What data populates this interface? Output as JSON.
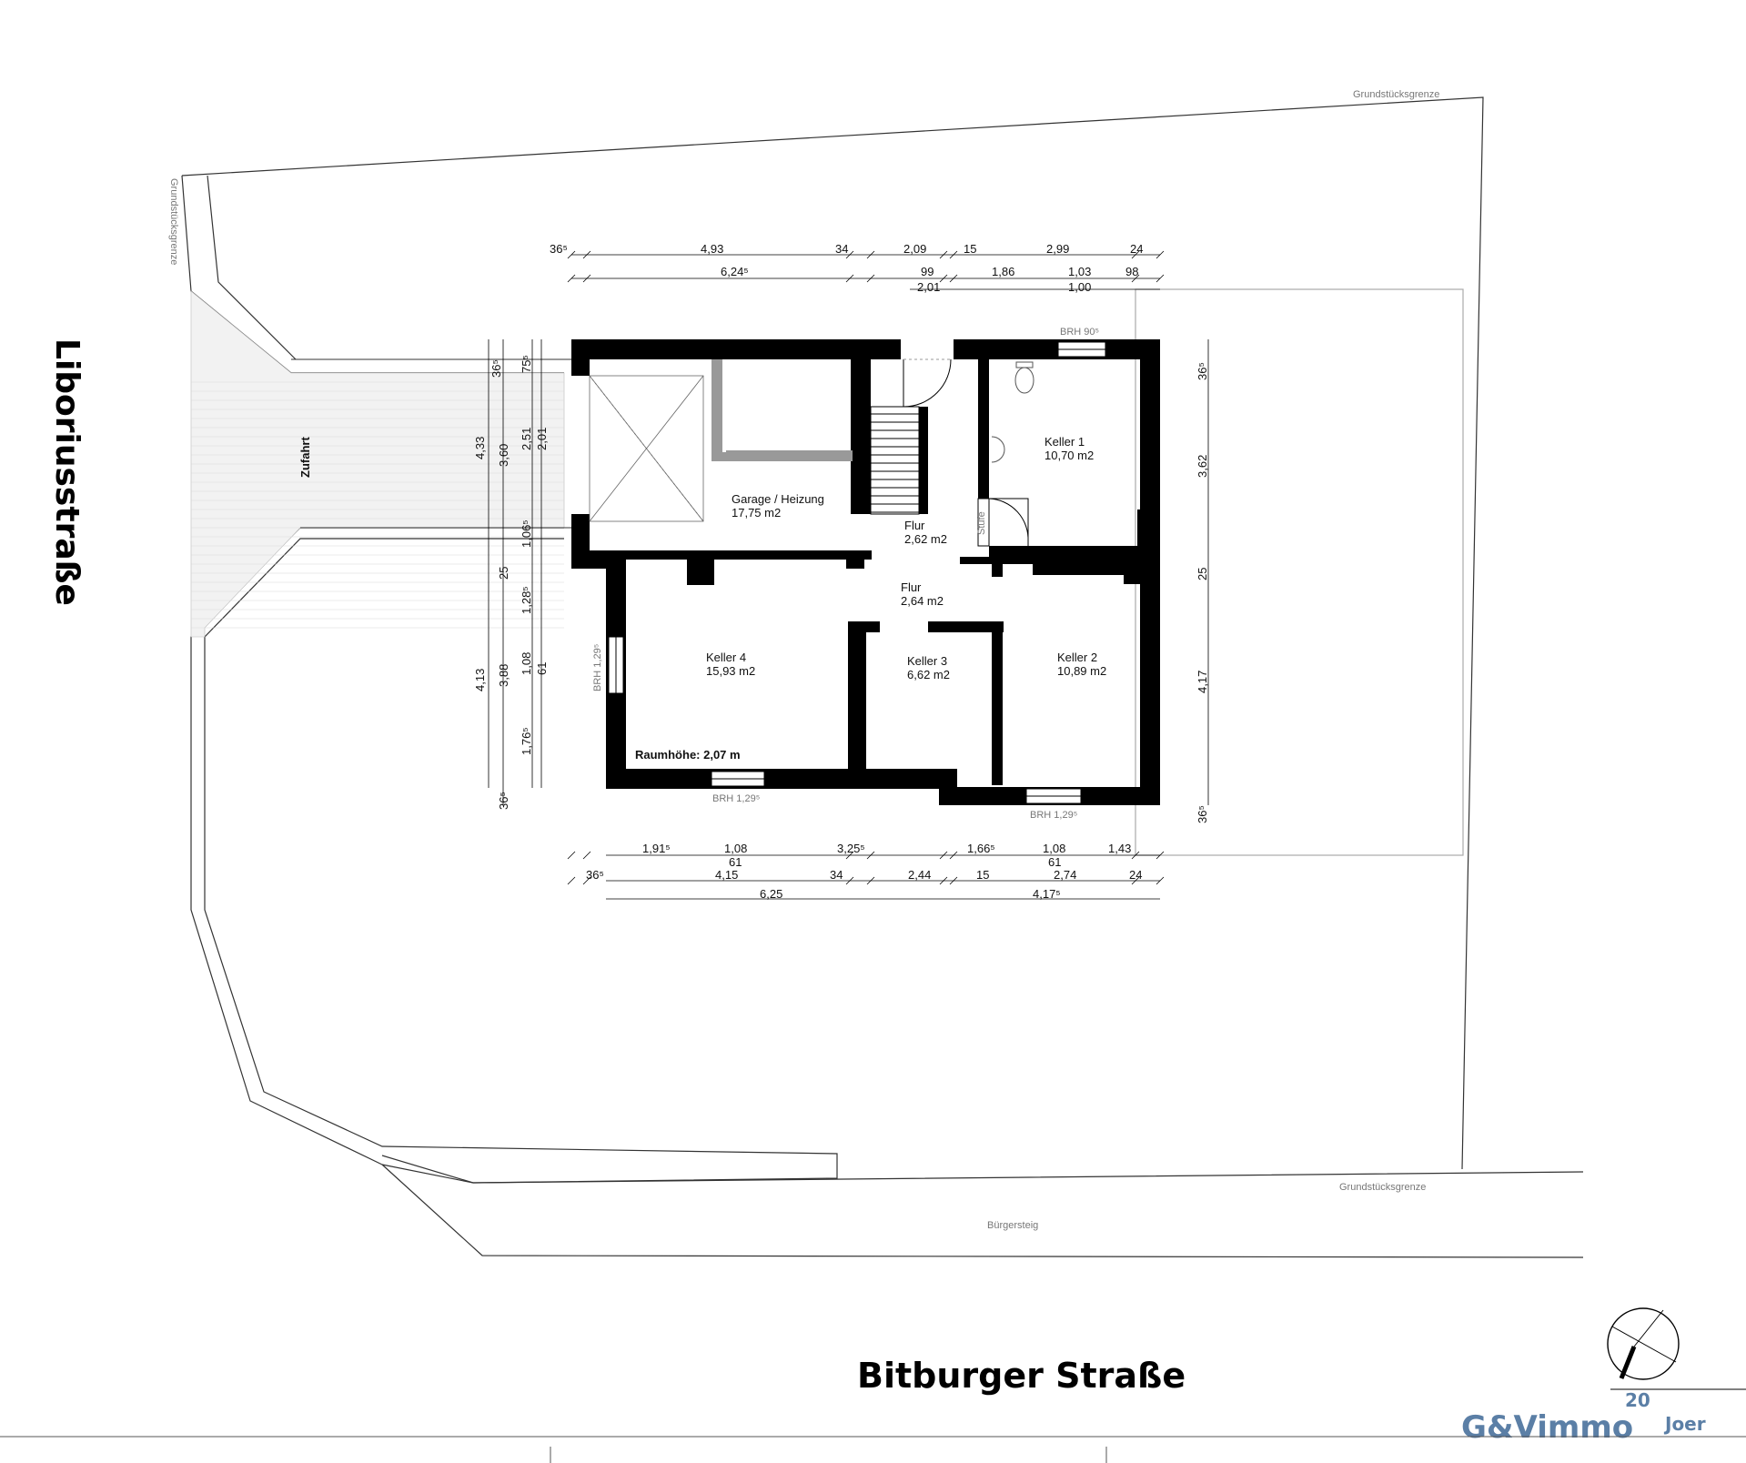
{
  "streets": {
    "left": "Liboriusstraße",
    "bottom": "Bitburger Straße"
  },
  "boundary_labels": {
    "top": "Grundstücksgrenze",
    "left": "Grundstücksgrenze",
    "bottom": "Grundstücksgrenze",
    "sidewalk": "Bürgersteig"
  },
  "driveway": "Zufahrt",
  "rooms": [
    {
      "name": "Garage / Heizung",
      "area": "17,75 m2"
    },
    {
      "name": "Keller 1",
      "area": "10,70 m2"
    },
    {
      "name": "Flur",
      "area": "2,62 m2"
    },
    {
      "name": "Flur",
      "area": "2,64 m2"
    },
    {
      "name": "Keller 4",
      "area": "15,93 m2"
    },
    {
      "name": "Keller 3",
      "area": "6,62 m2"
    },
    {
      "name": "Keller 2",
      "area": "10,89 m2"
    }
  ],
  "annotations": {
    "room_height": "Raumhöhe: 2,07 m",
    "step": "Stufe",
    "window_top": "BRH 90⁵",
    "window_left": "BRH 1,29⁵",
    "window_bottom_left": "BRH 1,29⁵",
    "window_bottom_right": "BRH 1,29⁵"
  },
  "dimensions": {
    "top_row1": [
      "36⁵",
      "4,93",
      "34",
      "2,09",
      "15",
      "2,99",
      "24"
    ],
    "top_row2": [
      "6,24⁵",
      "99",
      "1,86",
      "1,03",
      "98"
    ],
    "top_row2_sub": [
      "2,01",
      "1,00"
    ],
    "left_outer": [
      "4,33",
      "4,13"
    ],
    "left_mid": [
      "36⁵",
      "3,60",
      "25",
      "3,88",
      "36⁵"
    ],
    "left_inner": [
      "75⁵",
      "2,51",
      "1,06⁵",
      "1,28⁵",
      "1,08",
      "1,76⁵"
    ],
    "left_inner2": [
      "2,01",
      "61"
    ],
    "right": [
      "36⁵",
      "3,62",
      "25",
      "4,17",
      "36⁵"
    ],
    "bottom_row1": [
      "1,91⁵",
      "1,08",
      "3,25⁵",
      "1,66⁵",
      "1,08",
      "1,43"
    ],
    "bottom_row1_sub": [
      "61",
      "61"
    ],
    "bottom_row2": [
      "36⁵",
      "4,15",
      "34",
      "2,44",
      "15",
      "2,74",
      "24"
    ],
    "bottom_row3": [
      "6,25",
      "4,17⁵"
    ]
  },
  "logo": {
    "text": "G&Vimmo",
    "tagline": "Joer",
    "badge": "20",
    "color": "#5b7fa6"
  }
}
